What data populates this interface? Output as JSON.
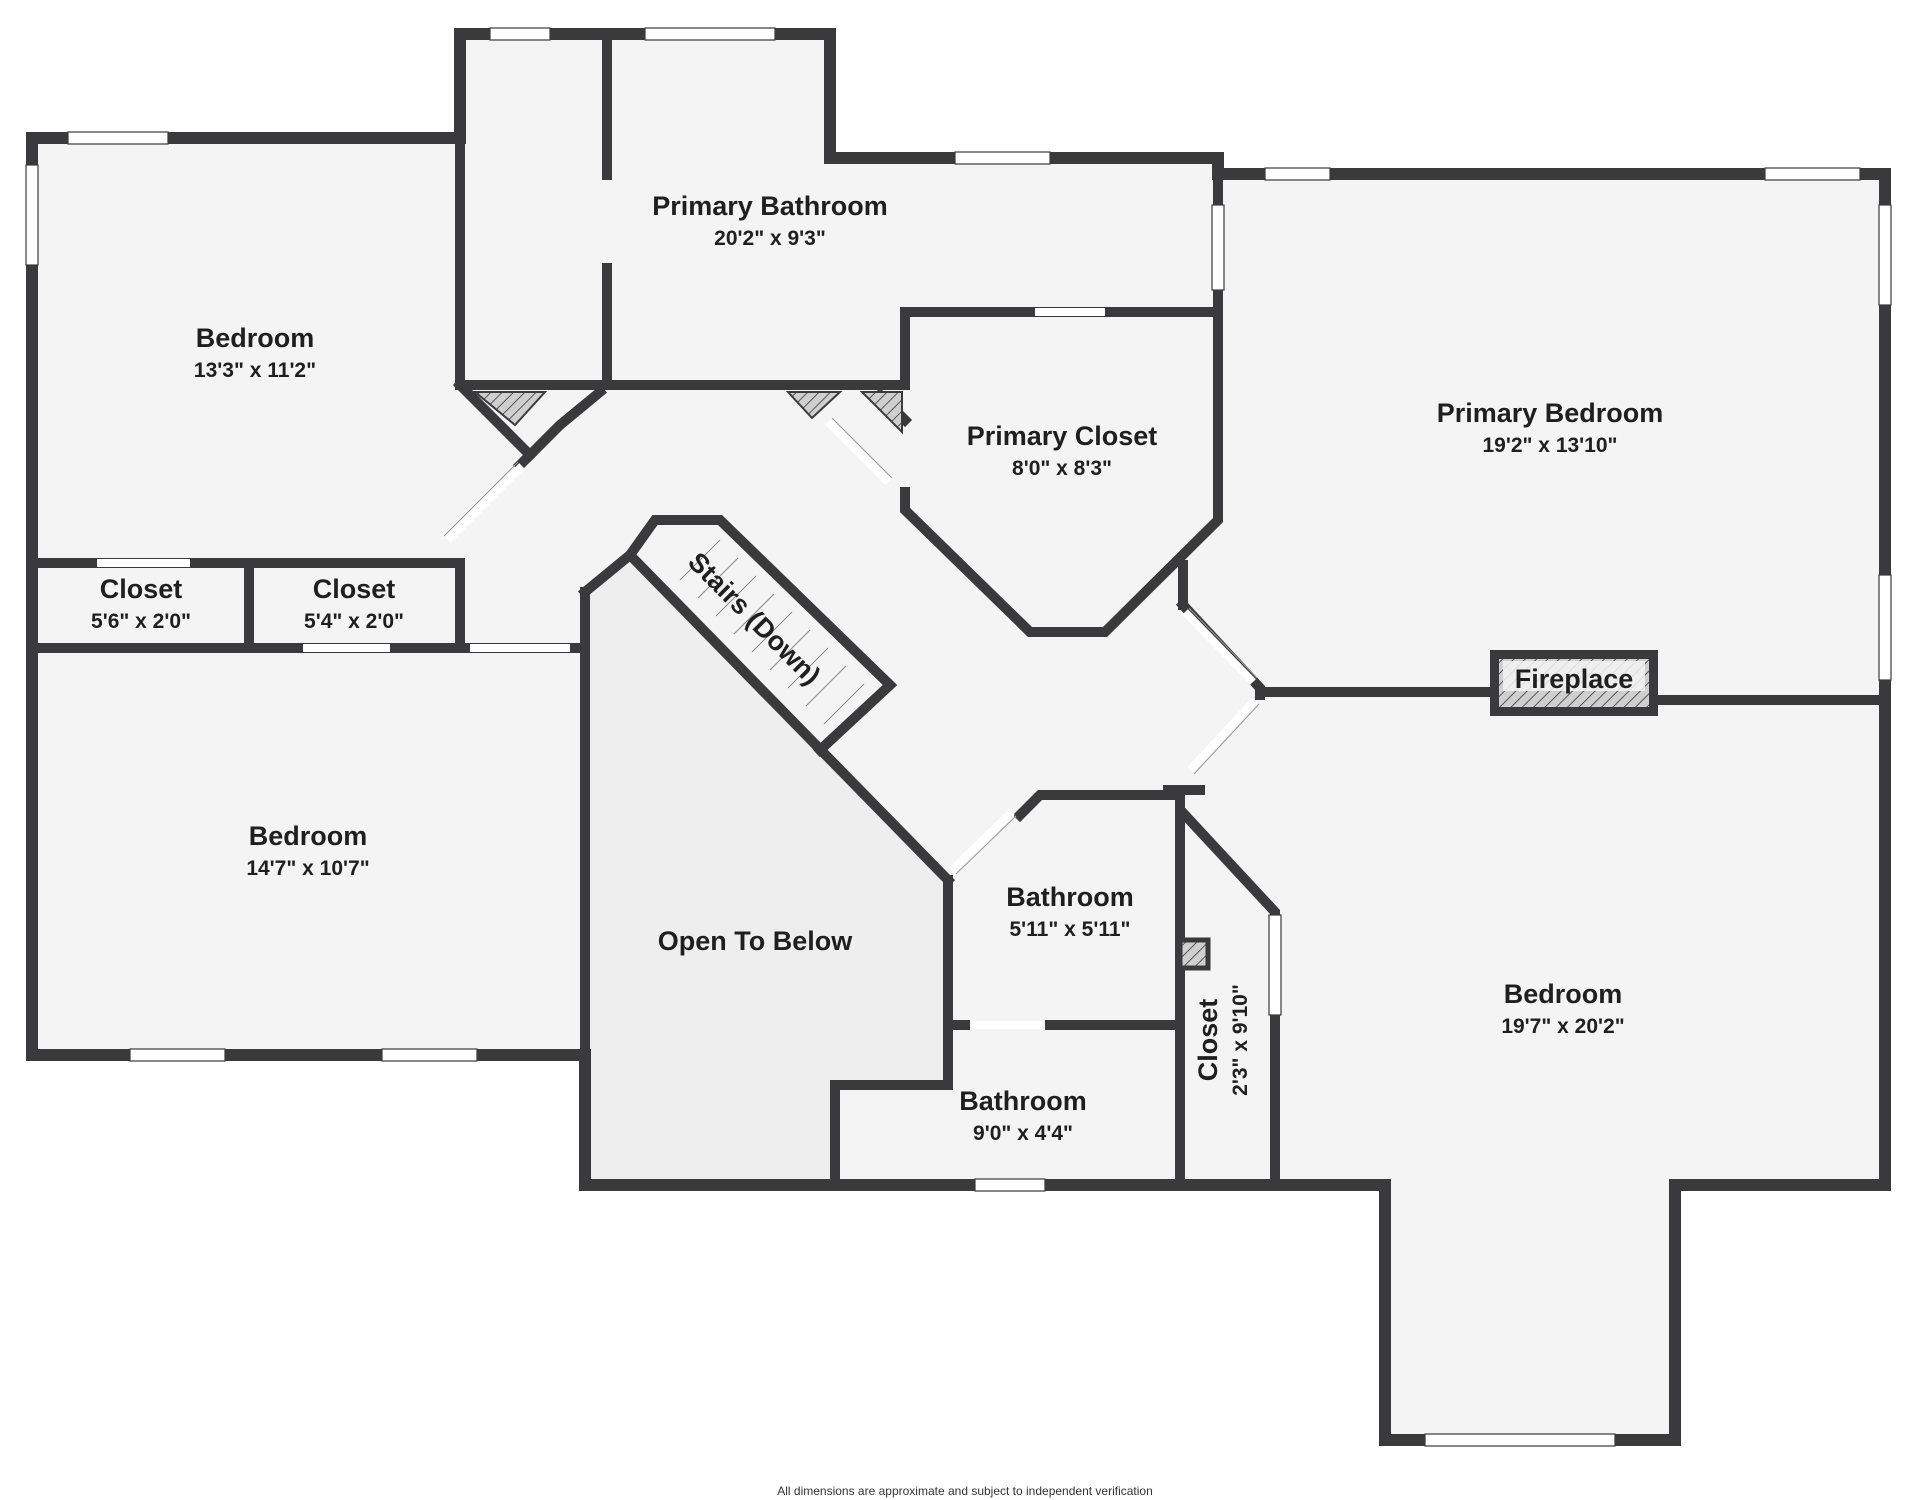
{
  "colors": {
    "wall": "#3a3a3c",
    "floor": "#f4f4f4",
    "open_to_below": "#eeeeee",
    "background": "#ffffff"
  },
  "rooms": {
    "bedroom_nw": {
      "name": "Bedroom",
      "dims": "13'3\" x 11'2\""
    },
    "primary_bathroom": {
      "name": "Primary Bathroom",
      "dims": "20'2\" x 9'3\""
    },
    "primary_closet": {
      "name": "Primary Closet",
      "dims": "8'0\" x 8'3\""
    },
    "primary_bedroom": {
      "name": "Primary Bedroom",
      "dims": "19'2\" x 13'10\""
    },
    "closet_1": {
      "name": "Closet",
      "dims": "5'6\" x 2'0\""
    },
    "closet_2": {
      "name": "Closet",
      "dims": "5'4\" x 2'0\""
    },
    "bedroom_w": {
      "name": "Bedroom",
      "dims": "14'7\" x 10'7\""
    },
    "stairs": {
      "name": "Stairs (Down)"
    },
    "open_to_below": {
      "name": "Open To Below"
    },
    "fireplace": {
      "name": "Fireplace"
    },
    "bathroom_1": {
      "name": "Bathroom",
      "dims": "5'11\" x 5'11\""
    },
    "bathroom_2": {
      "name": "Bathroom",
      "dims": "9'0\" x 4'4\""
    },
    "closet_3": {
      "name": "Closet",
      "dims": "2'3\" x 9'10\""
    },
    "bedroom_se": {
      "name": "Bedroom",
      "dims": "19'7\" x 20'2\""
    }
  },
  "disclaimer": "All dimensions are approximate and subject to independent verification"
}
